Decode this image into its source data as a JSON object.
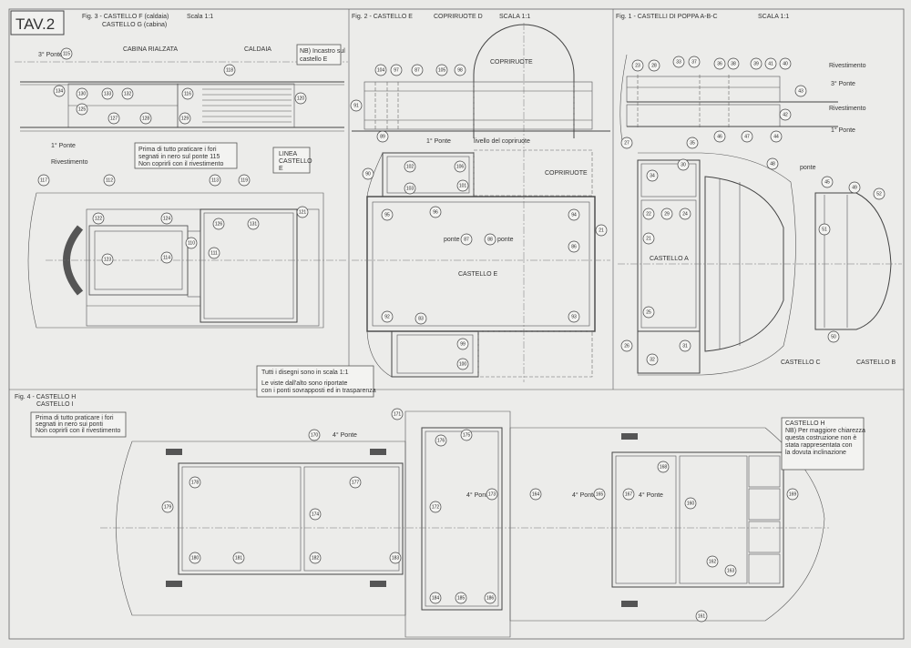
{
  "sheet_label": "TAV.2",
  "fig3": {
    "title_a": "Fig. 3 -  CASTELLO F (caldaia)",
    "title_b": "CASTELLO G (cabina)",
    "scale": "Scala 1:1",
    "cabin": "CABINA RIALZATA",
    "boiler": "CALDAIA",
    "deck3": "3° Ponte",
    "deck1": "1° Ponte",
    "cladding": "Rivestimento",
    "nb_note": [
      "NB) Incastro sul",
      "castello E"
    ],
    "holes_note": [
      "Prima di tutto praticare i fori",
      "segnati in nero sul ponte 115",
      "Non coprirli con il rivestimento"
    ],
    "line_box": [
      "LINEA",
      "CASTELLO",
      "E"
    ]
  },
  "fig2": {
    "title": "Fig. 2 -  CASTELLO E",
    "subtitle": "COPRIRUOTE D",
    "scale": "SCALA 1:1",
    "wheel_cover": "COPRIRUOTE",
    "wheel_cover_lower": "COPRIRUOTE",
    "deck1": "1° Ponte",
    "level_cover": "livello del copriruote",
    "deck_left": "ponte",
    "deck_right": "ponte",
    "castle_e": "CASTELLO E",
    "note": [
      "Tutti i disegni sono in scala 1:1",
      "Le viste dall'alto sono riportate",
      "con i ponti sovrapposti ed in trasparenza"
    ]
  },
  "fig1": {
    "title": "Fig. 1 -  CASTELLI   DI POPPA A-B-C",
    "scale": "SCALA 1:1",
    "cladding_a": "Rivestimento",
    "deck3": "3° Ponte",
    "cladding_b": "Rivestimento",
    "deck1": "1° Ponte",
    "deck": "ponte",
    "castle_a": "CASTELLO A",
    "castle_c": "CASTELLO C",
    "castle_b": "CASTELLO B"
  },
  "fig4": {
    "title_a": "Fig. 4 -  CASTELLO H",
    "title_b": "CASTELLO I",
    "holes_note": [
      "Prima di tutto praticare i fori",
      "segnati in nero sui ponti",
      "Non coprirli con il rivestimento"
    ],
    "deck4_a": "4° Ponte",
    "deck4_b": "4° Ponte",
    "deck4_c": "4° Ponte",
    "deck4_d": "4° Ponte",
    "h_note": [
      "CASTELLO H",
      "NB) Per maggiore chiarezza",
      "questa costruzione non è",
      "stata rappresentata con",
      "la dovuta inclinazione"
    ]
  },
  "markers": {
    "fig3": [
      {
        "id": "f3-115",
        "n": "115"
      },
      {
        "id": "f3-134",
        "n": "134"
      },
      {
        "id": "f3-130",
        "n": "130"
      },
      {
        "id": "f3-133",
        "n": "133"
      },
      {
        "id": "f3-132",
        "n": "132"
      },
      {
        "id": "f3-118",
        "n": "118"
      },
      {
        "id": "f3-116",
        "n": "116"
      },
      {
        "id": "f3-120",
        "n": "120"
      },
      {
        "id": "f3-125",
        "n": "125"
      },
      {
        "id": "f3-127",
        "n": "127"
      },
      {
        "id": "f3-128",
        "n": "128"
      },
      {
        "id": "f3-129",
        "n": "129"
      },
      {
        "id": "f3-117",
        "n": "117"
      },
      {
        "id": "f3-112",
        "n": "112"
      },
      {
        "id": "f3-113",
        "n": "113"
      },
      {
        "id": "f3-119",
        "n": "119"
      },
      {
        "id": "f3-121",
        "n": "121"
      },
      {
        "id": "f3-122",
        "n": "122"
      },
      {
        "id": "f3-124",
        "n": "124"
      },
      {
        "id": "f3-126",
        "n": "126"
      },
      {
        "id": "f3-131",
        "n": "131"
      },
      {
        "id": "f3-123",
        "n": "123"
      },
      {
        "id": "f3-114",
        "n": "114"
      },
      {
        "id": "f3-110",
        "n": "110"
      },
      {
        "id": "f3-111",
        "n": "111"
      }
    ],
    "fig2": [
      {
        "id": "f2-91",
        "n": "91"
      },
      {
        "id": "f2-104",
        "n": "104"
      },
      {
        "id": "f2-97",
        "n": "97"
      },
      {
        "id": "f2-87",
        "n": "87"
      },
      {
        "id": "f2-105",
        "n": "105"
      },
      {
        "id": "f2-98",
        "n": "98"
      },
      {
        "id": "f2-89",
        "n": "89"
      },
      {
        "id": "f2-90",
        "n": "90"
      },
      {
        "id": "f2-102",
        "n": "102"
      },
      {
        "id": "f2-103",
        "n": "103"
      },
      {
        "id": "f2-106",
        "n": "106"
      },
      {
        "id": "f2-101",
        "n": "101"
      },
      {
        "id": "f2-95",
        "n": "95"
      },
      {
        "id": "f2-96",
        "n": "96"
      },
      {
        "id": "f2-94",
        "n": "94"
      },
      {
        "id": "f2-87b",
        "n": "87"
      },
      {
        "id": "f2-88",
        "n": "88"
      },
      {
        "id": "f2-86",
        "n": "86"
      },
      {
        "id": "f2-21",
        "n": "21"
      },
      {
        "id": "f2-92",
        "n": "92"
      },
      {
        "id": "f2-93",
        "n": "93"
      },
      {
        "id": "f2-83",
        "n": "83"
      },
      {
        "id": "f2-99",
        "n": "99"
      },
      {
        "id": "f2-100",
        "n": "100"
      }
    ],
    "fig1": [
      {
        "id": "f1-23",
        "n": "23"
      },
      {
        "id": "f1-28",
        "n": "28"
      },
      {
        "id": "f1-33",
        "n": "33"
      },
      {
        "id": "f1-37",
        "n": "37"
      },
      {
        "id": "f1-36",
        "n": "36"
      },
      {
        "id": "f1-38",
        "n": "38"
      },
      {
        "id": "f1-39",
        "n": "39"
      },
      {
        "id": "f1-41",
        "n": "41"
      },
      {
        "id": "f1-40",
        "n": "40"
      },
      {
        "id": "f1-43",
        "n": "43"
      },
      {
        "id": "f1-42",
        "n": "42"
      },
      {
        "id": "f1-44",
        "n": "44"
      },
      {
        "id": "f1-46",
        "n": "46"
      },
      {
        "id": "f1-47",
        "n": "47"
      },
      {
        "id": "f1-27",
        "n": "27"
      },
      {
        "id": "f1-34",
        "n": "34"
      },
      {
        "id": "f1-30",
        "n": "30"
      },
      {
        "id": "f1-35",
        "n": "35"
      },
      {
        "id": "f1-22",
        "n": "22"
      },
      {
        "id": "f1-29",
        "n": "29"
      },
      {
        "id": "f1-24",
        "n": "24"
      },
      {
        "id": "f1-21",
        "n": "21"
      },
      {
        "id": "f1-25",
        "n": "25"
      },
      {
        "id": "f1-31",
        "n": "31"
      },
      {
        "id": "f1-26",
        "n": "26"
      },
      {
        "id": "f1-32",
        "n": "32"
      },
      {
        "id": "f1-48",
        "n": "48"
      },
      {
        "id": "f1-45",
        "n": "45"
      },
      {
        "id": "f1-49",
        "n": "49"
      },
      {
        "id": "f1-50",
        "n": "50"
      },
      {
        "id": "f1-51",
        "n": "51"
      },
      {
        "id": "f1-52",
        "n": "52"
      }
    ],
    "fig4": [
      {
        "id": "f4-171",
        "n": "171"
      },
      {
        "id": "f4-170",
        "n": "170"
      },
      {
        "id": "f4-176",
        "n": "176"
      },
      {
        "id": "f4-175",
        "n": "175"
      },
      {
        "id": "f4-177",
        "n": "177"
      },
      {
        "id": "f4-178",
        "n": "178"
      },
      {
        "id": "f4-179",
        "n": "179"
      },
      {
        "id": "f4-172",
        "n": "172"
      },
      {
        "id": "f4-173",
        "n": "173"
      },
      {
        "id": "f4-174",
        "n": "174"
      },
      {
        "id": "f4-180",
        "n": "180"
      },
      {
        "id": "f4-181",
        "n": "181"
      },
      {
        "id": "f4-182",
        "n": "182"
      },
      {
        "id": "f4-183",
        "n": "183"
      },
      {
        "id": "f4-184",
        "n": "184"
      },
      {
        "id": "f4-185",
        "n": "185"
      },
      {
        "id": "f4-186",
        "n": "186"
      },
      {
        "id": "f4-164",
        "n": "164"
      },
      {
        "id": "f4-165",
        "n": "165"
      },
      {
        "id": "f4-167",
        "n": "167"
      },
      {
        "id": "f4-168",
        "n": "168"
      },
      {
        "id": "f4-169",
        "n": "169"
      },
      {
        "id": "f4-160",
        "n": "160"
      },
      {
        "id": "f4-161",
        "n": "161"
      },
      {
        "id": "f4-162",
        "n": "162"
      },
      {
        "id": "f4-163",
        "n": "163"
      }
    ]
  }
}
